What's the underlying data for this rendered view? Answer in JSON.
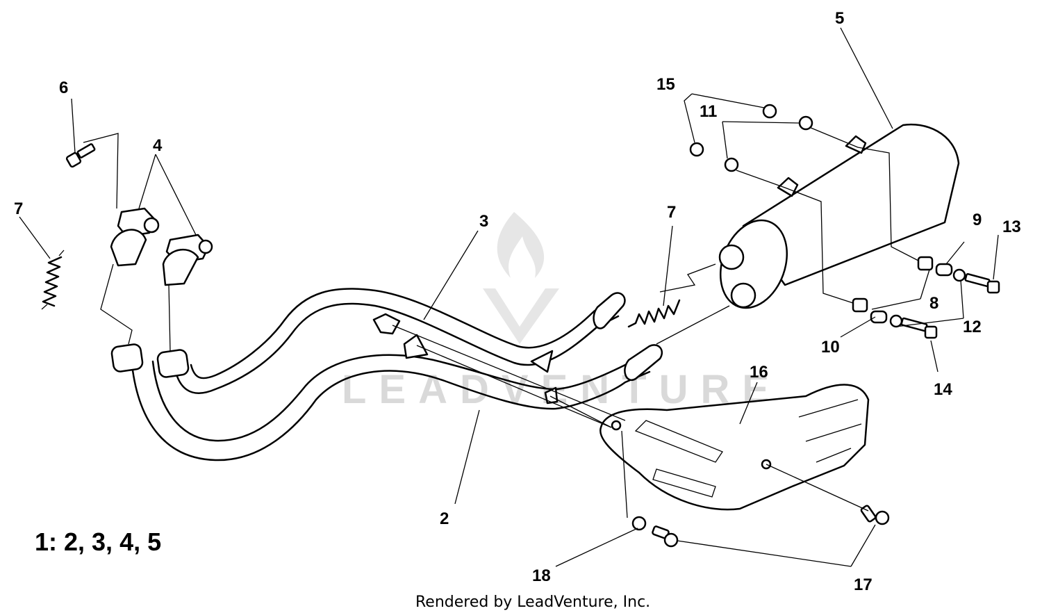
{
  "diagram": {
    "callouts": {
      "c2": "2",
      "c3": "3",
      "c4": "4",
      "c5": "5",
      "c6": "6",
      "c7a": "7",
      "c7b": "7",
      "c8": "8",
      "c9": "9",
      "c10": "10",
      "c11": "11",
      "c12": "12",
      "c13": "13",
      "c14": "14",
      "c15": "15",
      "c16": "16",
      "c17": "17",
      "c18": "18"
    },
    "assembly_note": "1: 2, 3, 4, 5",
    "credit": "Rendered by LeadVenture, Inc.",
    "watermark": "LEADVENTURE"
  }
}
